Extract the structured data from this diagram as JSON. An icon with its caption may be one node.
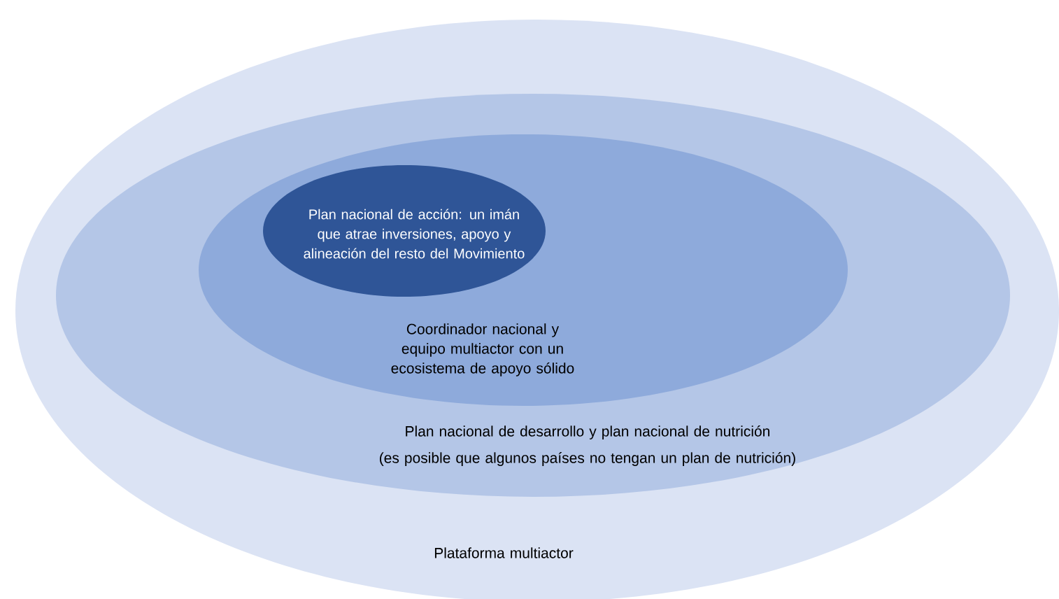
{
  "diagram": {
    "nodes": [
      {
        "text": [
          "Plataforma multiactor"
        ]
      },
      {
        "text": [
          "Plan nacional de desarrollo y plan nacional de nutrición",
          "(es posible que algunos países no tengan un plan de nutrición)"
        ],
        "in": 0
      },
      {
        "text": [
          "Coordinador nacional y equipo multiactor con un ecosistema de apoyo sólido"
        ],
        "in": 1
      },
      {
        "text": [
          "Plan nacional de acción: un imán que atrae inversiones, apoyo y alineación del resto del Movimiento"
        ],
        "in": 2
      }
    ]
  }
}
